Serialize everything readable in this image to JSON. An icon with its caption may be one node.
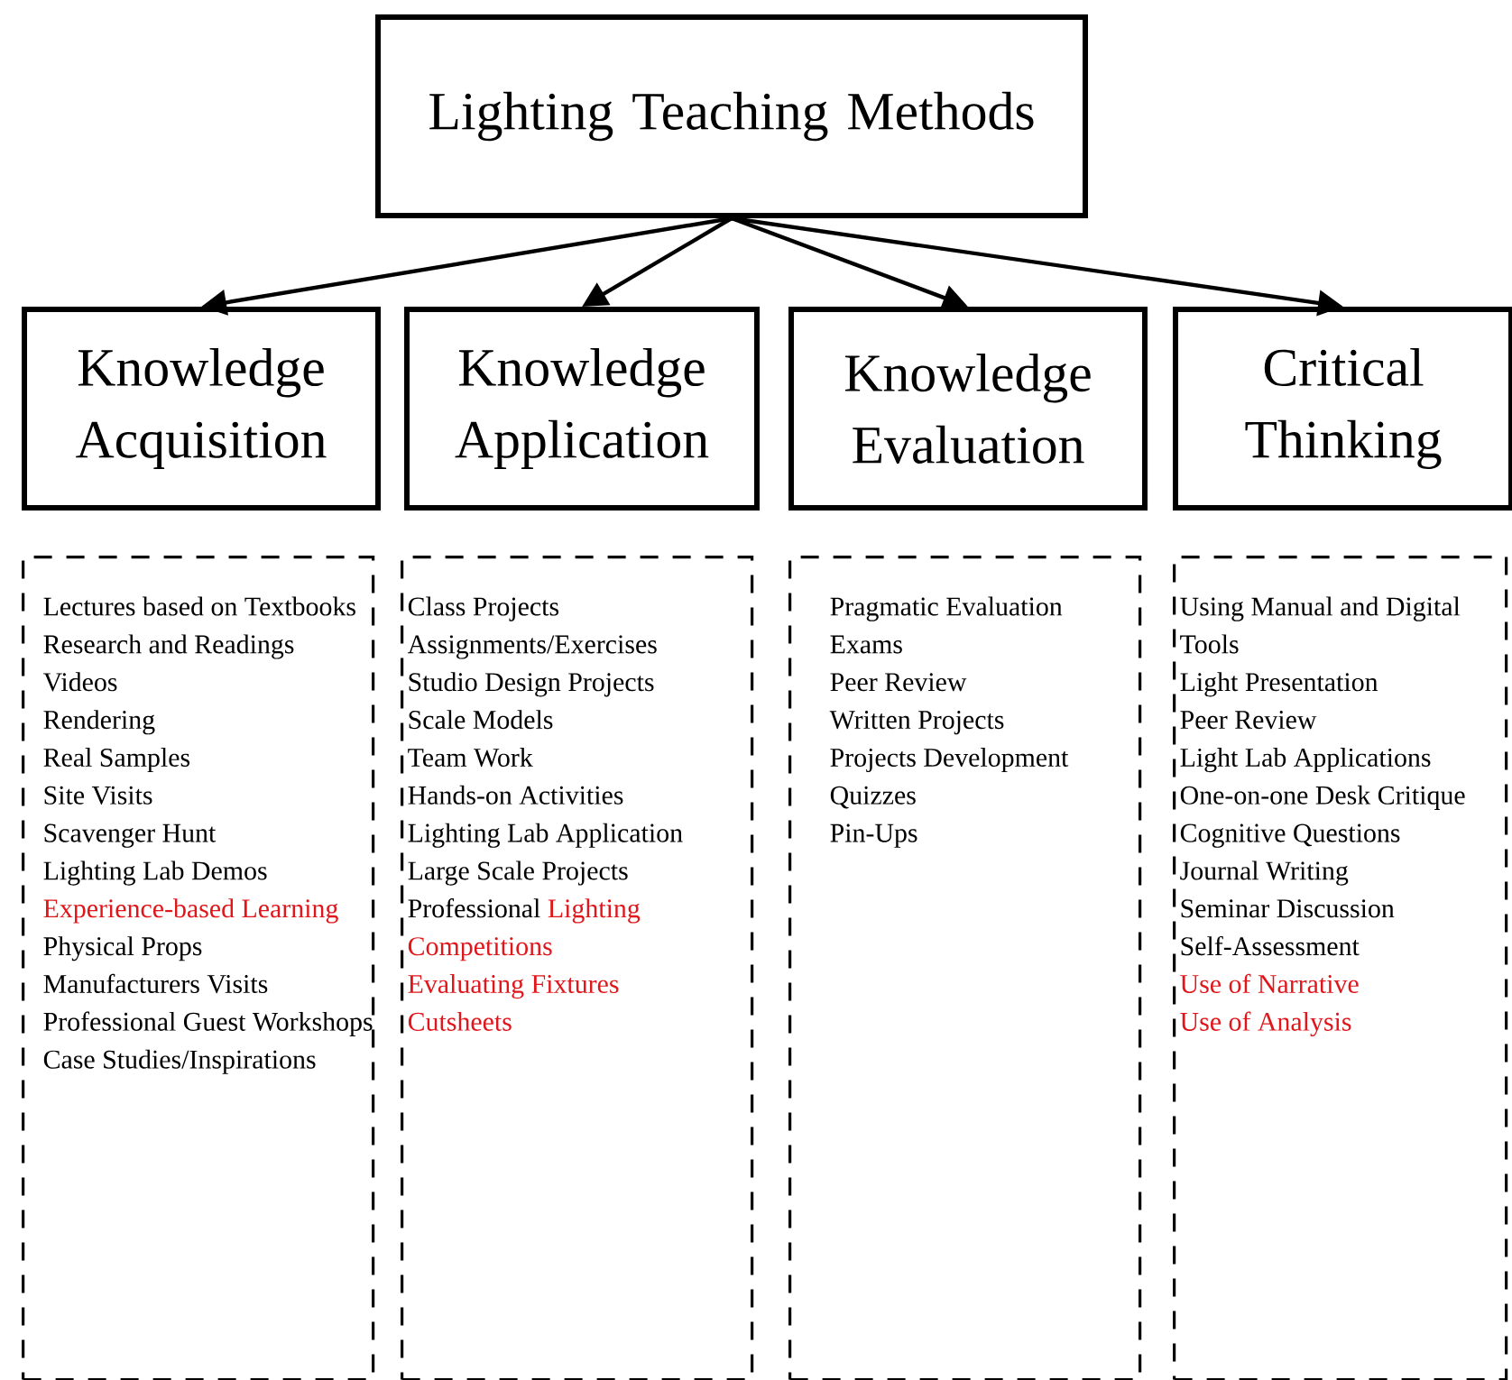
{
  "diagram": {
    "nodes": [
      {
        "text": [
          "Lighting Teaching Methods"
        ]
      },
      {
        "text": [
          "Knowledge Acquisition"
        ]
      },
      {
        "text": [
          "Knowledge Application"
        ]
      },
      {
        "text": [
          "Knowledge Evaluation"
        ]
      },
      {
        "text": [
          "Critical Thinking"
        ]
      },
      {
        "text": [
          "Lectures based on Textbooks",
          "Research and Readings",
          "Videos",
          "Rendering",
          "Real Samples",
          "Site Visits",
          "Scavenger Hunt",
          "Lighting Lab Demos",
          "Experience-based Learning",
          "Physical Props",
          "Manufacturers Visits",
          "Professional Guest Workshops",
          "Case Studies/Inspirations"
        ]
      },
      {
        "text": [
          "Class Projects",
          "Assignments/Exercises",
          "Studio Design Projects",
          "Scale Models",
          "Team Work",
          "Hands-on Activities",
          "Lighting Lab Application",
          "Large Scale Projects",
          "Professional",
          "Lighting Competitions",
          "Evaluating Fixtures",
          "Cutsheets"
        ]
      },
      {
        "text": [
          "Pragmatic Evaluation",
          "Exams",
          "Peer Review",
          "Written Projects",
          "Projects Development",
          "Quizzes",
          "Pin-Ups"
        ]
      },
      {
        "text": [
          "Using Manual and Digital Tools",
          "Light Presentation",
          "Peer Review",
          "Light Lab Applications",
          "One-on-one Desk Critique",
          "Cognitive Questions",
          "Journal Writing",
          "Seminar Discussion",
          "Self-Assessment",
          "Use of Narrative",
          "Use of Analysis"
        ]
      }
    ],
    "edges": [
      {
        "from": 0,
        "to": 1,
        "arrow": "to"
      },
      {
        "from": 0,
        "to": 2,
        "arrow": "to"
      },
      {
        "from": 0,
        "to": 3,
        "arrow": "to"
      },
      {
        "from": 0,
        "to": 4,
        "arrow": "to"
      }
    ]
  }
}
